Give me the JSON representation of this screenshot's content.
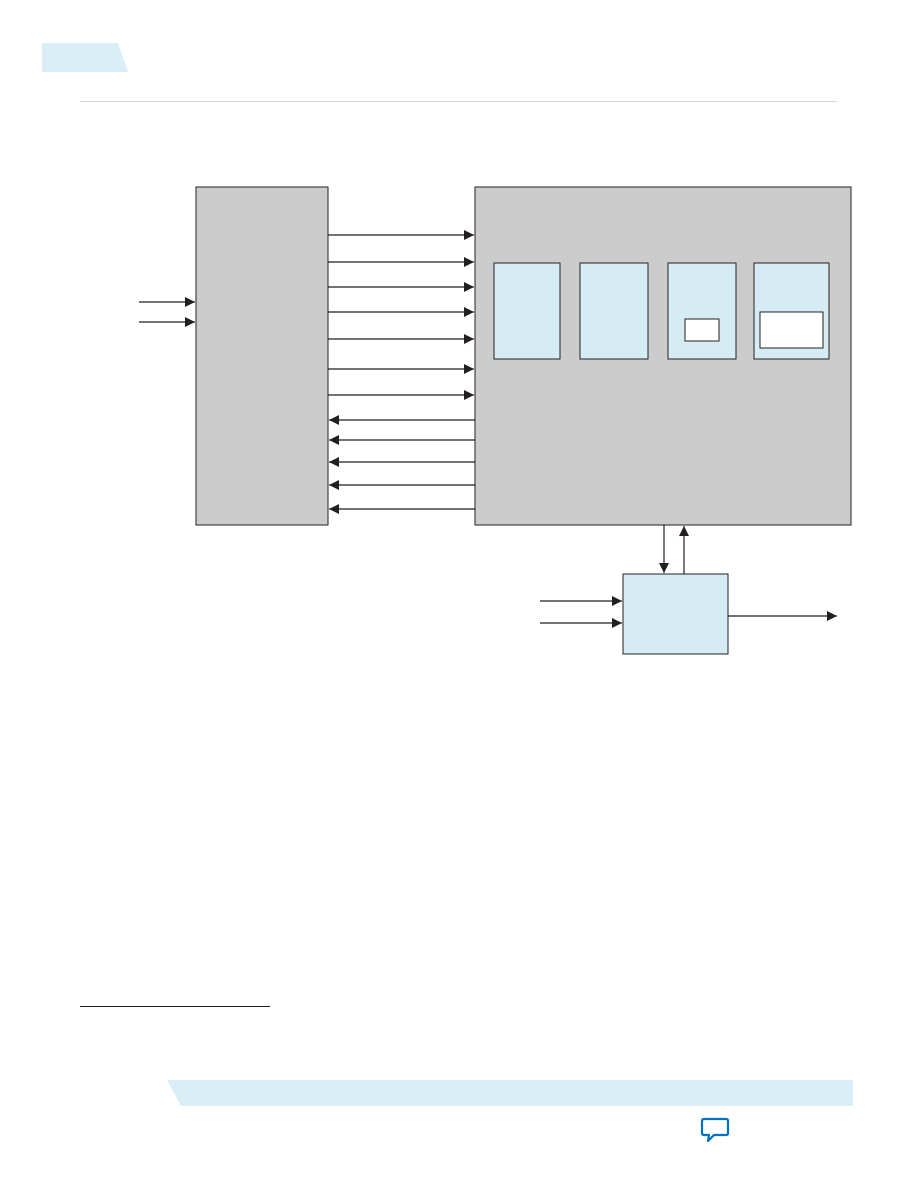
{
  "header": {
    "tab_color": "#d9eef6",
    "rule_color": "#d8d8d8"
  },
  "diagram": {
    "colors": {
      "block_fill": "#cccccc",
      "sub_block_fill": "#d6ecf5",
      "white_box_fill": "#ffffff",
      "stroke": "#231f20"
    },
    "blocks": [
      {
        "id": "left-block",
        "label": ""
      },
      {
        "id": "right-block",
        "label": ""
      },
      {
        "id": "sub-block-1",
        "label": ""
      },
      {
        "id": "sub-block-2",
        "label": ""
      },
      {
        "id": "sub-block-3",
        "label": ""
      },
      {
        "id": "sub-block-4",
        "label": ""
      },
      {
        "id": "bottom-block",
        "label": ""
      }
    ],
    "arrow_counts": {
      "left_block_inputs": 2,
      "forward_signals": 7,
      "return_signals": 5,
      "bottom_block_inputs": 2,
      "bottom_block_outputs": 1,
      "vertical_links": 2
    }
  },
  "footer": {
    "band_color": "#d9eef6",
    "icon": "feedback-chat-icon",
    "icon_color": "#0071c5"
  }
}
